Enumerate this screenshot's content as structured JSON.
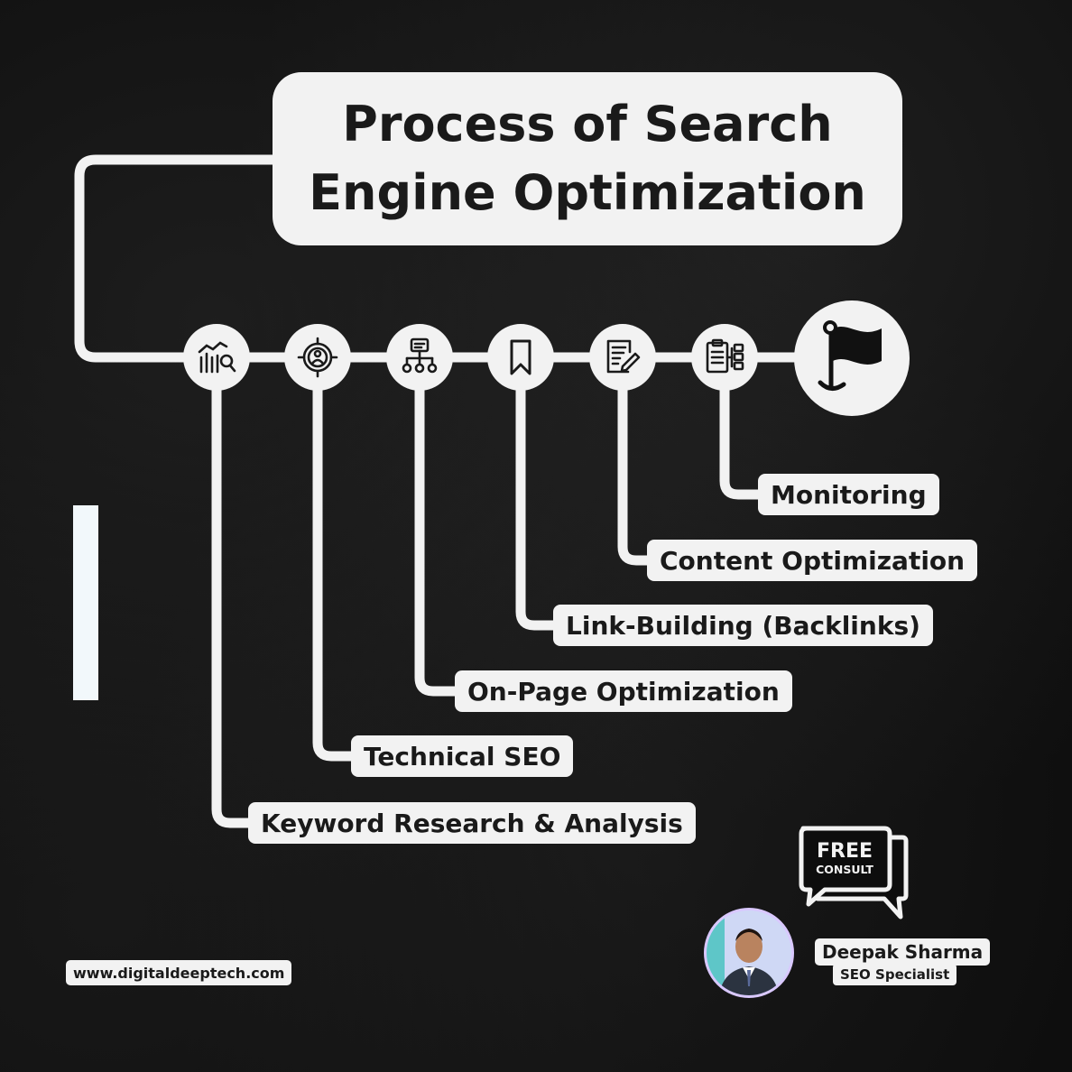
{
  "title": "Process of Search\nEngine Optimization",
  "steps": [
    {
      "label": "Keyword Research & Analysis",
      "icon": "chart-magnifier-icon"
    },
    {
      "label": "Technical SEO",
      "icon": "target-people-icon"
    },
    {
      "label": "On-Page Optimization",
      "icon": "sitemap-icon"
    },
    {
      "label": "Link-Building (Backlinks)",
      "icon": "bookmark-icon"
    },
    {
      "label": "Content Optimization",
      "icon": "document-edit-icon"
    },
    {
      "label": "Monitoring",
      "icon": "clipboard-list-icon"
    }
  ],
  "goal_icon": "flag-icon",
  "website": "www.digitaldeeptech.com",
  "consult": {
    "line1": "FREE",
    "line2": "CONSULT"
  },
  "person": {
    "name": "Deepak Sharma",
    "role": "SEO Specialist"
  },
  "colors": {
    "background": "#0d0d0d",
    "panel": "#f2f2f2",
    "text": "#1a1a1a",
    "line": "#f2f2f2"
  }
}
